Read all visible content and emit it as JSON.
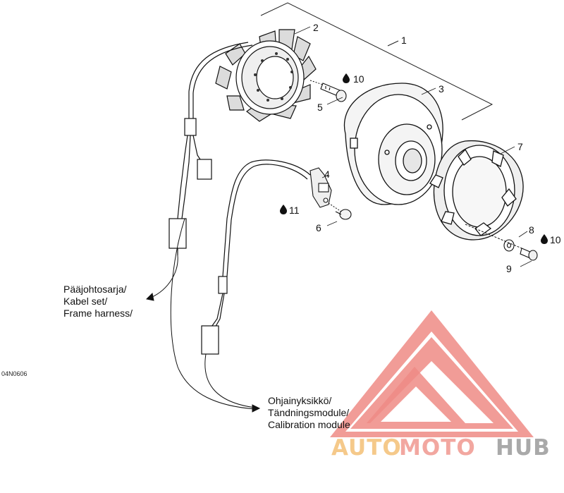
{
  "diagram": {
    "reference_code": "04N0606",
    "callouts": {
      "c1": "1",
      "c2": "2",
      "c3": "3",
      "c4": "4",
      "c5": "5",
      "c6": "6",
      "c7": "7",
      "c8": "8",
      "c9": "9",
      "c10a": "10",
      "c10b": "10",
      "c11": "11"
    },
    "labels": {
      "frame_harness": [
        "Pääjohtosarja/",
        "Kabel set/",
        "Frame harness/"
      ],
      "calibration_module": [
        "Ohjainyksikkö/",
        "Tändningsmodule/",
        "Calibration module"
      ]
    },
    "watermark": {
      "part1": "AUTO",
      "part2": "MOTO",
      "part3": "HUB",
      "colors": {
        "auto": "#f5c98a",
        "moto": "#f2a7a0",
        "hub": "#a9a9a9",
        "triangle": "#ee8b85"
      }
    }
  }
}
